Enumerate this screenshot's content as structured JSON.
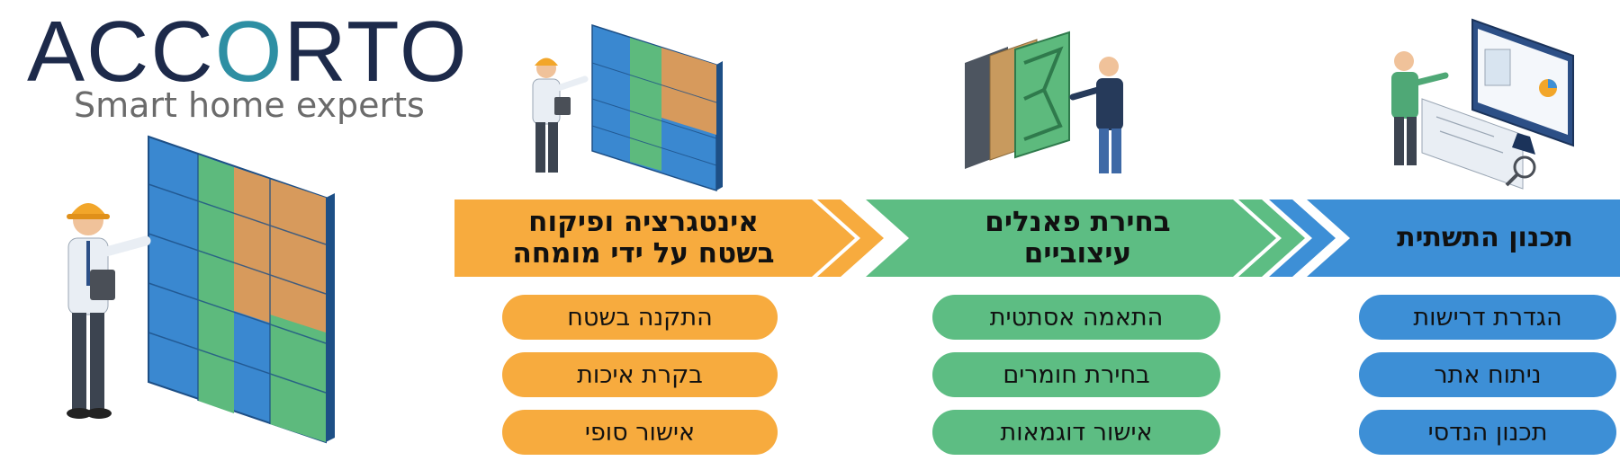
{
  "logo": {
    "word_start": "ACC",
    "word_o": "O",
    "word_end": "RTO",
    "tagline": "Smart home experts",
    "colors": {
      "dark": "#1d2a4a",
      "accent": "#2e8fa3",
      "gray": "#6b6b6b"
    }
  },
  "stages": [
    {
      "id": "infrastructure",
      "title_line1": "תכנון התשתית",
      "title_line2": "",
      "color": "#3d8fd6",
      "items": [
        "הגדרת דרישות",
        "ניתוח אתר",
        "תכנון הנדסי"
      ]
    },
    {
      "id": "panels",
      "title_line1": "בחירת פאנלים",
      "title_line2": "עיצוביים",
      "color": "#5dbd83",
      "items": [
        "התאמה אסתטית",
        "בחירת חומרים",
        "אישור דוגמאות"
      ]
    },
    {
      "id": "integration",
      "title_line1": "אינטגרציה ופיקוח",
      "title_line2": "בשטח על ידי מומחה",
      "color": "#f7ab3e",
      "items": [
        "התקנה בשטח",
        "בקרת איכות",
        "אישור סופי"
      ]
    }
  ],
  "illustrations": [
    "engineer-with-wall-icon",
    "inspector-with-wall-icon",
    "designer-with-panels-icon",
    "planner-with-computer-icon"
  ]
}
